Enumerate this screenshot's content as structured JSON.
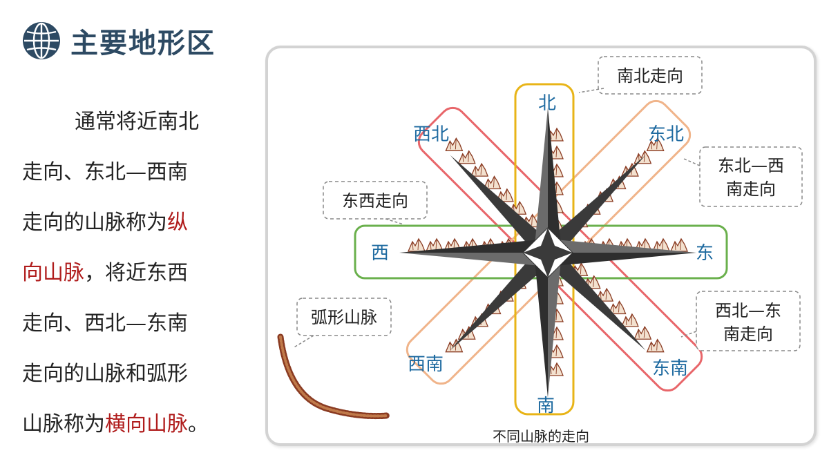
{
  "header": {
    "title": "主要地形区",
    "icon": "globe-icon"
  },
  "paragraph": {
    "lines": [
      [
        {
          "text": "通常将近南北",
          "hl": false
        }
      ],
      [
        {
          "text": "走向、东北—西南",
          "hl": false
        }
      ],
      [
        {
          "text": "走向的山脉称为",
          "hl": false
        },
        {
          "text": "纵",
          "hl": true
        }
      ],
      [
        {
          "text": "向山脉",
          "hl": true
        },
        {
          "text": "，将近东西",
          "hl": false
        }
      ],
      [
        {
          "text": "走向、西北—东南",
          "hl": false
        }
      ],
      [
        {
          "text": "走向的山脉和弧形",
          "hl": false
        }
      ],
      [
        {
          "text": "山脉称为",
          "hl": false
        },
        {
          "text": "横向山脉",
          "hl": true
        },
        {
          "text": "。",
          "hl": false
        }
      ]
    ]
  },
  "diagram": {
    "directions": {
      "north": "北",
      "south": "南",
      "east": "东",
      "west": "西",
      "northeast": "东北",
      "northwest": "西北",
      "southeast": "东南",
      "southwest": "西南"
    },
    "callouts": {
      "north_south": "南北走向",
      "east_west": "东西走向",
      "ne_sw_line1": "东北—西",
      "ne_sw_line2": "南走向",
      "nw_se_line1": "西北—东",
      "nw_se_line2": "南走向",
      "arc": "弧形山脉"
    },
    "caption": "不同山脉的走向",
    "colors": {
      "north_south_band": "#e8b417",
      "east_west_band": "#6ab04c",
      "ne_sw_band": "#f0b48a",
      "nw_se_band": "#e8666a",
      "label_blue": "#1e6aa0",
      "highlight_red": "#b01c1c",
      "title_navy": "#2d4a63",
      "mountain_brown": "#8a3b22"
    }
  }
}
